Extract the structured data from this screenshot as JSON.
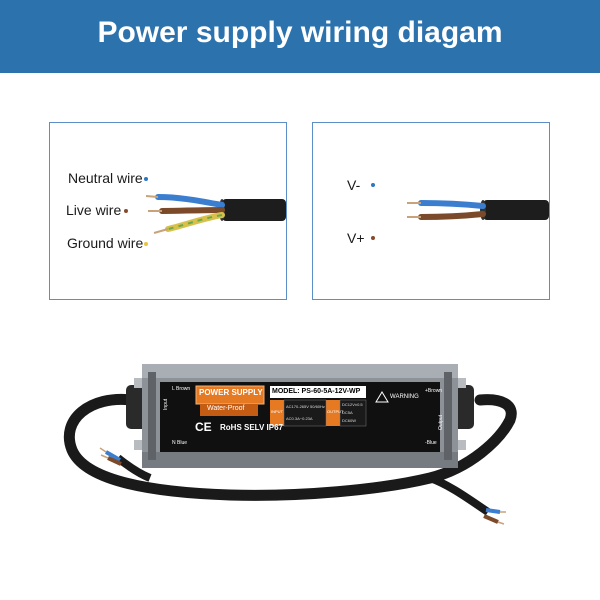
{
  "header": {
    "title": "Power supply wiring diagam",
    "bg_color": "#2c73ae"
  },
  "input_panel": {
    "labels": [
      "Neutral wire",
      "Live wire",
      "Ground wire"
    ],
    "dot_colors": [
      "#2b78c4",
      "#8a4a2a",
      "#e8c440"
    ]
  },
  "output_panel": {
    "labels": [
      "V-",
      "V+"
    ],
    "dot_colors": [
      "#2b78c4",
      "#8a4a2a"
    ]
  },
  "device": {
    "brand_label": "POWER SUPPLY",
    "waterproof_label": "Water-Proof",
    "model": "MODEL: PS-60-5A-12V-WP",
    "input_tag": "INPUT",
    "output_tag": "OUTPUT",
    "input_spec_1": "AC170-265V 50/60Hz",
    "input_spec_2": "AC0.3A~0.23A",
    "output_spec_1": "DC12V±0.5",
    "output_spec_2": "DC5A",
    "output_spec_3": "DC60W",
    "warning": "WARNING",
    "certs": "RoHS SELV IP67",
    "ce": "CE",
    "input_side_label": "Input",
    "output_side_label": "Output",
    "l_brown": "L Brown",
    "n_blue": "N Blue",
    "plus_brown": "+Brown",
    "minus_blue": "-Blue"
  }
}
